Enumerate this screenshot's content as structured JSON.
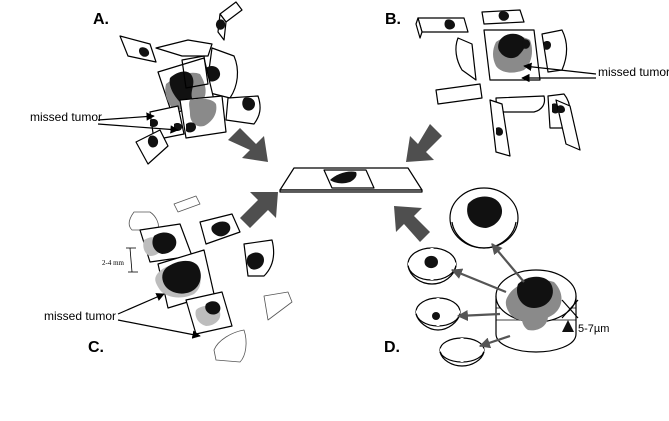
{
  "panels": {
    "a": {
      "label": "A.",
      "annotation": "missed tumor"
    },
    "b": {
      "label": "B.",
      "annotation": "missed tumor"
    },
    "c": {
      "label": "C.",
      "annotation": "missed tumor",
      "measure": "2-4 mm"
    },
    "d": {
      "label": "D.",
      "measure": "5-7µm"
    }
  },
  "colors": {
    "tumor": "#111111",
    "tumor_halo": "#8a8a8a",
    "block_arrow": "#4f4f4f",
    "outline": "#000000"
  }
}
